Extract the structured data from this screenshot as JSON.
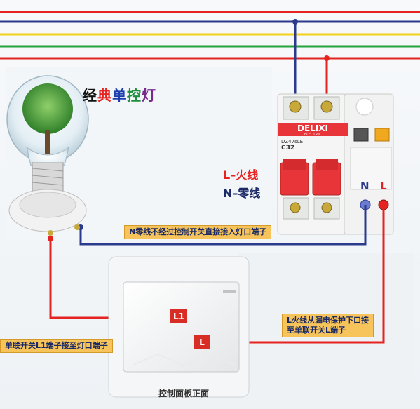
{
  "title": {
    "chars": [
      {
        "text": "经",
        "color": "#111111"
      },
      {
        "text": "典",
        "color": "#e52421"
      },
      {
        "text": "单",
        "color": "#1d3fae"
      },
      {
        "text": "控",
        "color": "#1d8f3c"
      },
      {
        "text": "灯",
        "color": "#7a2a8c"
      }
    ]
  },
  "legend": {
    "live": {
      "text": "L–火线",
      "color": "#e52421"
    },
    "neutral": {
      "text": "N–零线",
      "color": "#1b2a66"
    }
  },
  "breaker": {
    "brand": "DELIXI",
    "brand_sub": "ELECTRIC",
    "model": "DZ47sLE",
    "rating": "C32",
    "terminal_n": "N",
    "terminal_l": "L"
  },
  "callouts": {
    "neutral_note": "N零线不经过控制开关直接接入灯口端子",
    "live_note_line1": "L火线从漏电保护下口接",
    "live_note_line2": "至单联开关L端子",
    "switch_note": "单联开关L1端子接至灯口端子"
  },
  "switch_tags": {
    "l1": "L1",
    "l": "L"
  },
  "panel_label": "控制面板正面",
  "colors": {
    "wire_live": "#e52421",
    "wire_neutral": "#2b3a8c",
    "wire_yellow": "#f2d21a",
    "wire_green": "#26a33c",
    "wire_blue": "#2b3a8c",
    "breaker_red": "#e8353a"
  }
}
